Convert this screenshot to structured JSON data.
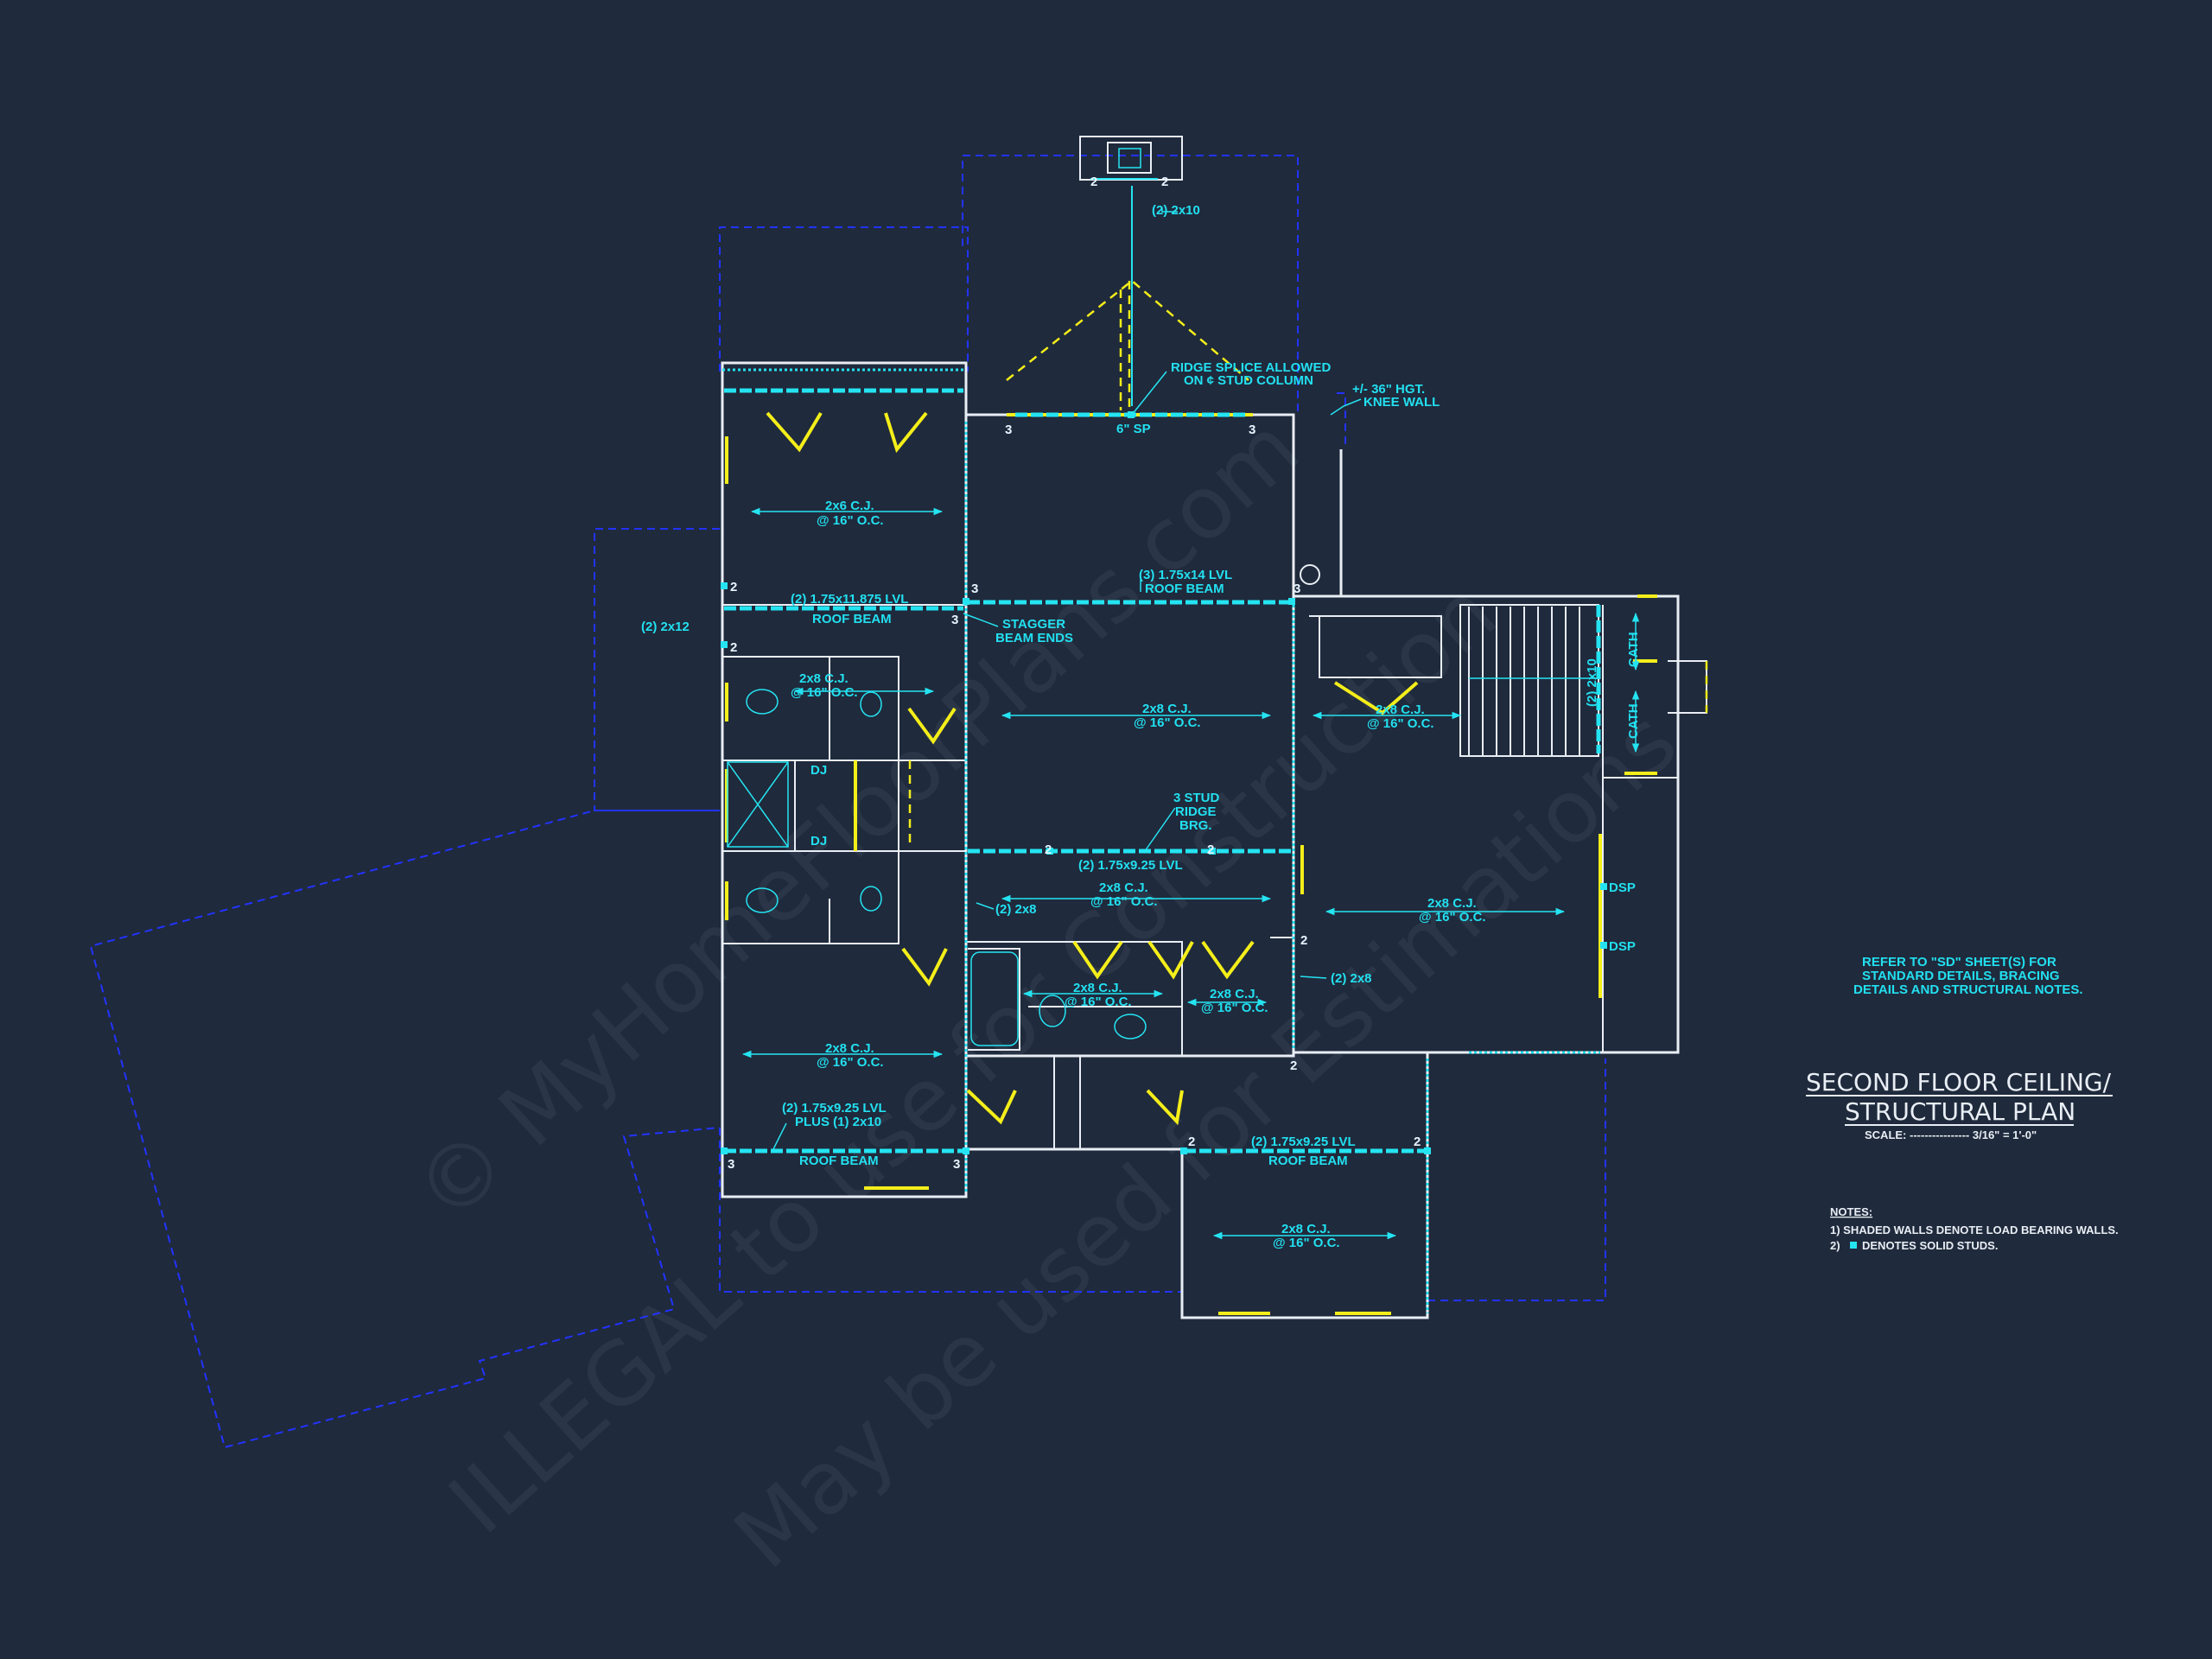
{
  "labels": {
    "cj_a": "2x6 C.J.",
    "oc": "@ 16\" O.C.",
    "cj_b": "2x8 C.J.",
    "beam_2x10": "(2) 2x10",
    "ridge_splice_1": "RIDGE SPLICE ALLOWED",
    "ridge_splice_2": "ON ¢ STUD COLUMN",
    "knee_1": "+/- 36\" HGT.",
    "knee_2": "KNEE WALL",
    "sp6": "6\" SP",
    "lvl_11875": "(2) 1.75x11.875 LVL",
    "roof_beam": "ROOF BEAM",
    "lvl_14": "(3) 1.75x14 LVL",
    "stagger_1": "STAGGER",
    "stagger_2": "BEAM ENDS",
    "beam_2x12": "(2) 2x12",
    "dj": "DJ",
    "stud_1": "3 STUD",
    "stud_2": "RIDGE",
    "stud_3": "BRG.",
    "lvl_925": "(2) 1.75x9.25 LVL",
    "beam_2x8": "(2) 2x8",
    "plus_2x10": "PLUS (1) 2x10",
    "cath": "CATH",
    "dsp": "DSP",
    "n2": "2",
    "n3": "3"
  },
  "refer": {
    "line1": "REFER TO \"SD\" SHEET(S) FOR",
    "line2": "STANDARD DETAILS, BRACING",
    "line3": "DETAILS AND STRUCTURAL NOTES."
  },
  "title": {
    "line1": "SECOND FLOOR CEILING/",
    "line2": "STRUCTURAL PLAN",
    "scale": "SCALE: ---------------- 3/16\" = 1'-0\""
  },
  "notes": {
    "heading": "NOTES:",
    "line1": "1) SHADED WALLS DENOTE LOAD BEARING WALLS.",
    "line2": "2)",
    "line2b": "DENOTES SOLID STUDS."
  },
  "watermark": {
    "line1": "© MyHomeFloorPlans.com",
    "line2": "ILLEGAL to use for Construction",
    "line3": "May be used for Estimations"
  },
  "colors": {
    "background": "#1f2a3c",
    "wall": "#e9eef5",
    "annotation": "#25e4f2",
    "bearing": "#f4ee1a",
    "roofline": "#2233ff"
  }
}
